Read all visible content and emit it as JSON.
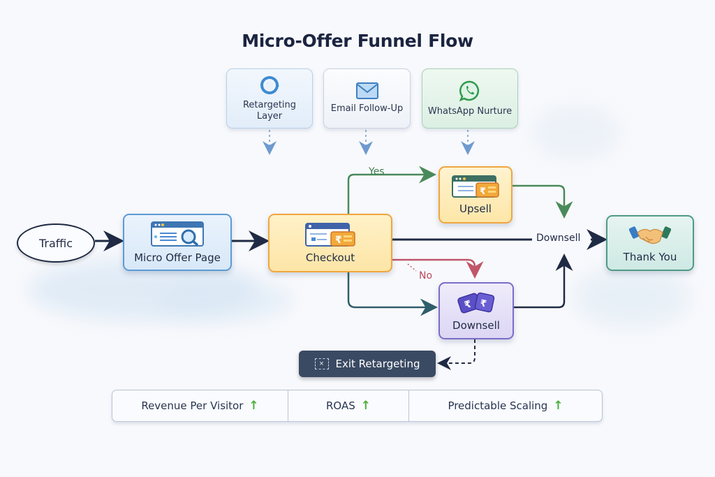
{
  "title": "Micro-Offer Funnel Flow",
  "support_layers": [
    {
      "label": "Retargeting Layer",
      "icon": "refresh-cycle-icon"
    },
    {
      "label": "Email Follow-Up",
      "icon": "envelope-icon"
    },
    {
      "label": "WhatsApp Nurture",
      "icon": "whatsapp-icon"
    }
  ],
  "nodes": {
    "traffic": "Traffic",
    "micro_offer_page": "Micro Offer Page",
    "checkout": "Checkout",
    "upsell": "Upsell",
    "downsell": "Downsell",
    "thank_you": "Thank You",
    "exit_retargeting": "Exit Retargeting"
  },
  "edge_labels": {
    "yes": "Yes",
    "no": "No",
    "downsell_path": "Downsell"
  },
  "exit_icon": "×",
  "metrics": [
    {
      "label": "Revenue Per Visitor",
      "trend": "up"
    },
    {
      "label": "ROAS",
      "trend": "up"
    },
    {
      "label": "Predictable Scaling",
      "trend": "up"
    }
  ],
  "trend_glyph": "↑",
  "colors": {
    "yes_path": "#4a8a5a",
    "no_path": "#c0566a",
    "main_path": "#1f2a44",
    "downsell_path": "#2f5d6b",
    "trend_up": "#4caf3c"
  }
}
